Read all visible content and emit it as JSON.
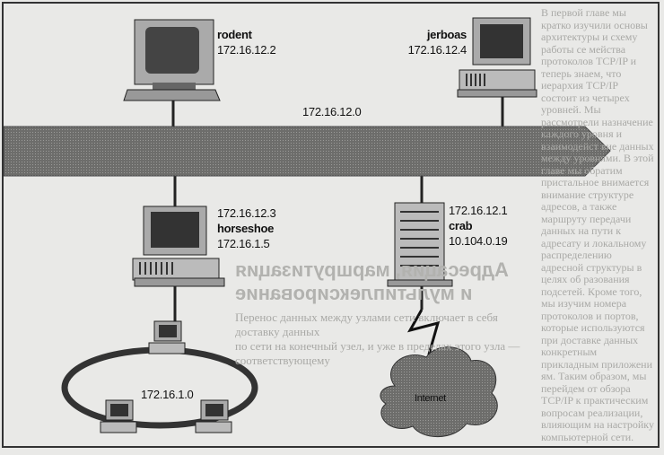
{
  "diagram": {
    "network_label": "172.16.12.0",
    "subnet_label": "172.16.1.0",
    "cloud_label": "Internet",
    "hosts": {
      "rodent": {
        "name": "rodent",
        "ip": "172.16.12.2"
      },
      "jerboas": {
        "name": "jerboas",
        "ip": "172.16.12.4"
      },
      "horseshoe": {
        "name": "horseshoe",
        "ip": "172.16.12.3",
        "ip2": "172.16.1.5"
      },
      "crab": {
        "name": "crab",
        "ip": "172.16.12.1",
        "ip2": "10.104.0.19"
      }
    }
  },
  "bleed_through": {
    "paragraph": [
      "В первой главе мы кратко изучили основы архитектуры и схему работы се",
      "мейства протоколов TCP/IP и теперь знаем, что иерархия TCP/IP состоит из",
      "четырех уровней. Мы рассмотрели назначение каждого уровня и взаимодейст",
      "вие данных между уровнями. В этой главе мы обратим пристальное внимается",
      "внимание структуре адресов, а также маршруту передачи данных на пути",
      "к адресату и локальному распределению адресной структуры в целях об",
      "разования подсетей. Кроме того, мы изучим номера протоколов и портов,",
      "которые используются при доставке данных конкретным прикладным приложени",
      "ям. Таким образом, мы перейдем от обзора TCP/IP к практическим вопросам",
      "реализации, влияющим на настройку компьютерной сети."
    ],
    "heading_mirrored": [
      "Адресация, маршрутизация",
      "и мультиплексирование"
    ],
    "bottom": [
      "Перенос данных между узлами сети включает в себя доставку данных",
      "по сети на конечный узел, и уже в пределах этого узла — соответствующему"
    ]
  }
}
